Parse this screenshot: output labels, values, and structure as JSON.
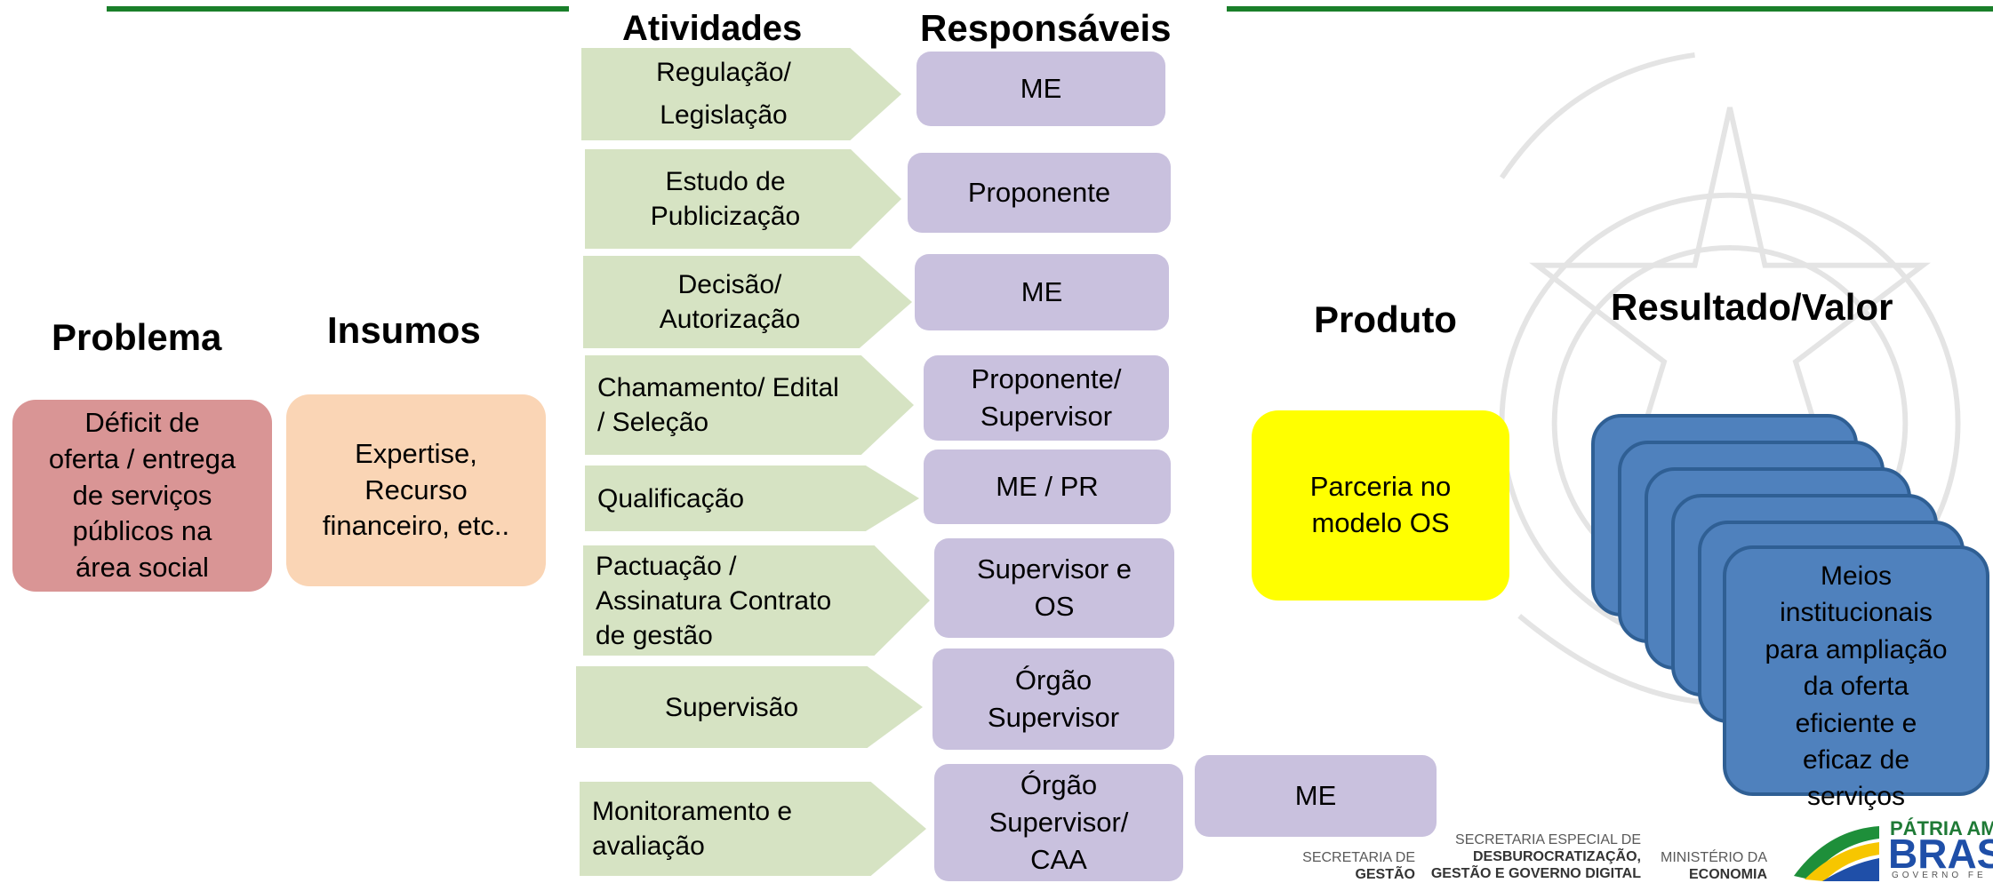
{
  "headings": {
    "atividades": "Atividades",
    "responsaveis": "Responsáveis",
    "problema": "Problema",
    "insumos": "Insumos",
    "produto": "Produto",
    "resultado": "Resultado/Valor"
  },
  "problema_text": "Déficit de\noferta / entrega\nde serviços\npúblicos na\nárea social",
  "insumos_text": "Expertise,\nRecurso\nfinanceiro, etc..",
  "produto_text": "Parceria no\nmodelo OS",
  "resultado_text": "Meios\ninstitucionais\npara ampliação\nda oferta\neficiente e\neficaz de\nserviços",
  "atividades": [
    {
      "label": "Regulação/\nLegislação",
      "align": "center"
    },
    {
      "label": "Estudo de\nPublicização",
      "align": "center"
    },
    {
      "label": "Decisão/\nAutorização",
      "align": "center"
    },
    {
      "label": "Chamamento/ Edital\n/ Seleção",
      "align": "left"
    },
    {
      "label": "Qualificação",
      "align": "left"
    },
    {
      "label": "Pactuação /\nAssinatura Contrato\nde gestão",
      "align": "left"
    },
    {
      "label": "Supervisão",
      "align": "center"
    },
    {
      "label": "Monitoramento e\navaliação",
      "align": "left"
    }
  ],
  "responsaveis": [
    "ME",
    "Proponente",
    "ME",
    "Proponente/\nSupervisor",
    "ME / PR",
    "Supervisor e\nOS",
    "Órgão\nSupervisor",
    "Órgão\nSupervisor/\nCAA"
  ],
  "extra_responsavel": "ME",
  "footer": {
    "secretaria_gestao_1": "SECRETARIA DE",
    "secretaria_gestao_2": "GESTÃO",
    "secretaria_especial_1": "SECRETARIA ESPECIAL DE",
    "secretaria_especial_2": "DESBUROCRATIZAÇÃO,",
    "secretaria_especial_3": "GESTÃO E GOVERNO DIGITAL",
    "ministerio_1": "MINISTÉRIO DA",
    "ministerio_2": "ECONOMIA",
    "logo_line1": "PÁTRIA AM",
    "logo_line2": "BRAS",
    "logo_line3": "GOVERNO FE"
  },
  "colors": {
    "problema": "#d99595",
    "insumos": "#fad5b5",
    "produto": "#ffff00",
    "atividade": "#d6e3c3",
    "responsavel": "#c9c1de",
    "resultado": "#4f81bd",
    "topline": "#1a7f2a"
  }
}
